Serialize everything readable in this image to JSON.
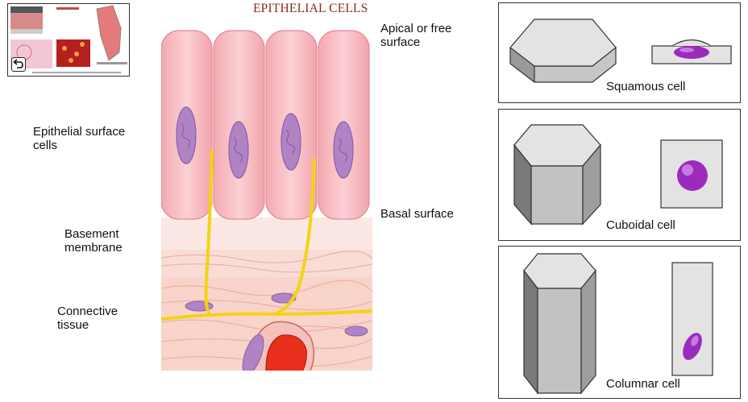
{
  "title": "EPITHELIAL CELLS",
  "labels": {
    "apical": "Apical or free surface",
    "epithelial": "Epithelial surface cells",
    "basal": "Basal surface",
    "basement": "Basement membrane",
    "connective": "Connective tissue"
  },
  "cell_types": [
    {
      "name": "Squamous cell"
    },
    {
      "name": "Cuboidal cell"
    },
    {
      "name": "Columnar cell"
    }
  ],
  "colors": {
    "title": "#8b2a1a",
    "cell_fill": "#f7b9bf",
    "nucleus": "#b084c4",
    "nerve": "#f2d411",
    "hexagon": "#d9d9d9",
    "nucleus_3d": "#9b2bbd"
  },
  "icons": [
    "back-arrow-icon"
  ]
}
